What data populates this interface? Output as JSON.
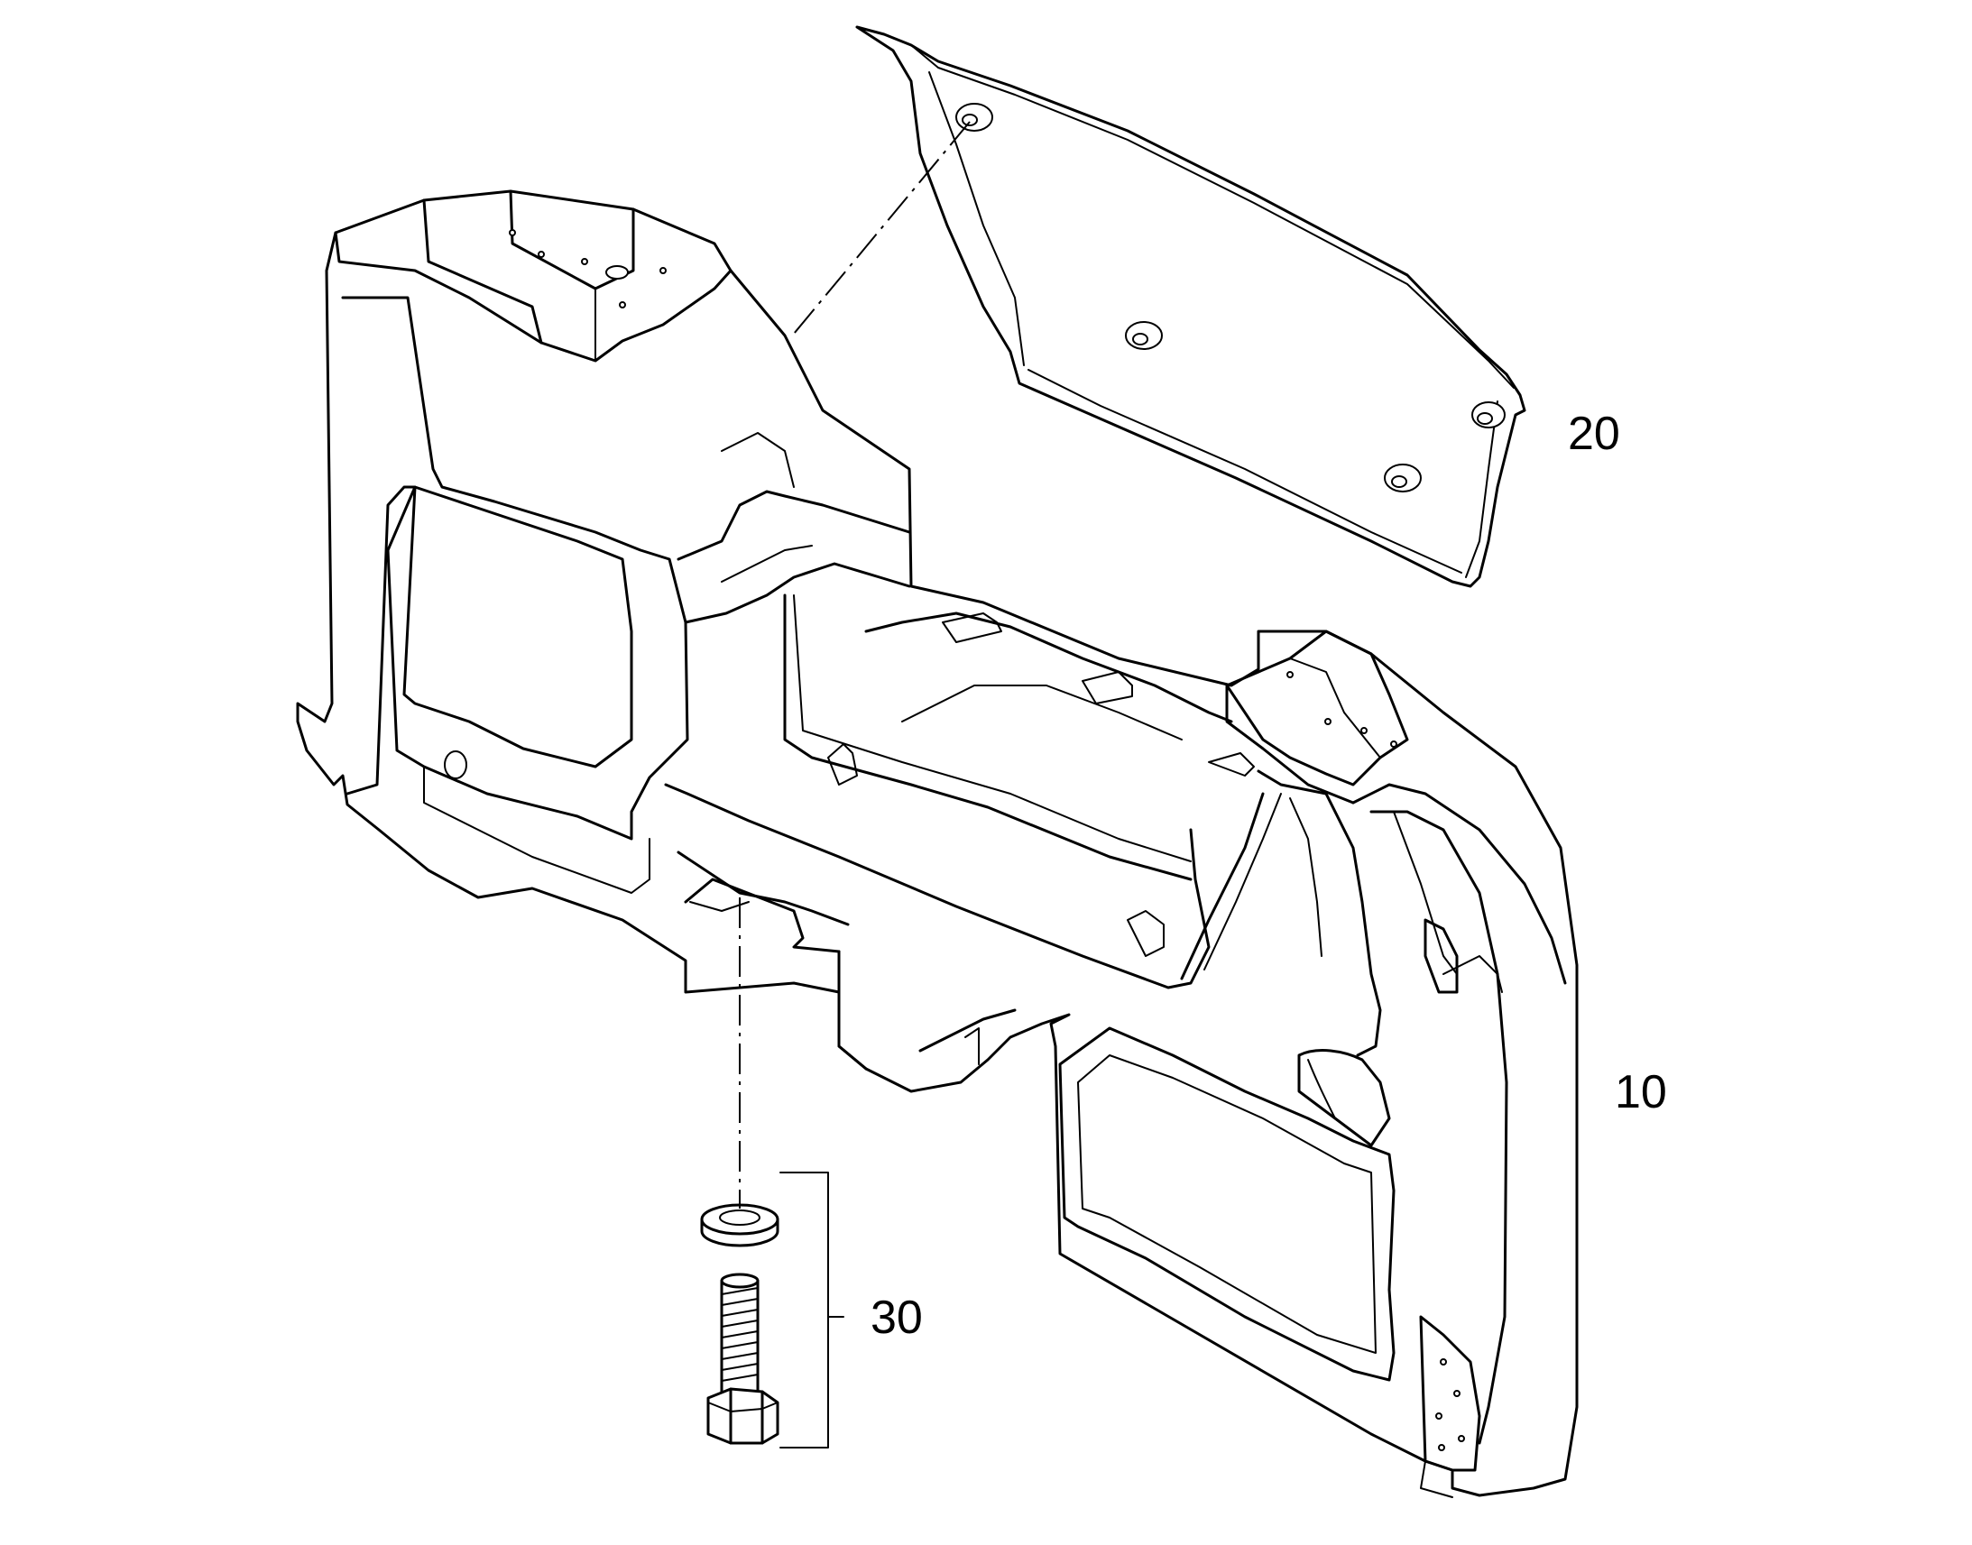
{
  "callouts": {
    "part_10": "10",
    "part_20": "20",
    "part_30": "30"
  },
  "colors": {
    "line": "#000000",
    "background": "#ffffff"
  }
}
